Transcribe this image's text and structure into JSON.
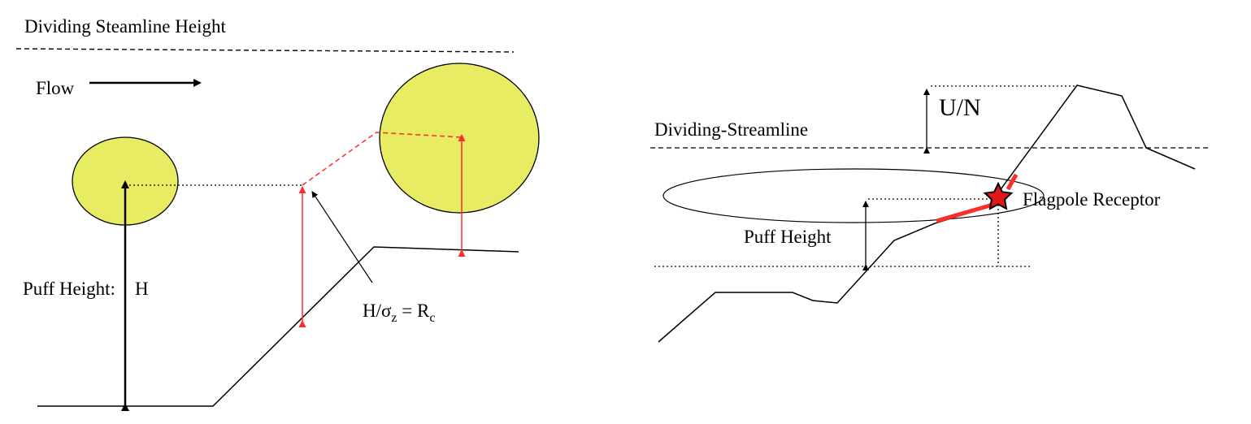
{
  "left_panel": {
    "dividing_streamline_label": "Dividing Steamline Height",
    "flow_label": "Flow",
    "puff_height_label": "Puff Height:",
    "puff_height_symbol": "H",
    "ratio_label": {
      "h": "H/",
      "sigma": "σ",
      "sigma_sub": "z",
      "eq": " = R",
      "r_sub": "c"
    }
  },
  "right_panel": {
    "un_label": "U/N",
    "dividing_streamline_label": "Dividing-Streamline",
    "puff_height_label": "Puff Height",
    "receptor_label": "Flagpole Receptor"
  },
  "colors": {
    "puff_fill": "#e8ec62",
    "highlight": "#ff2a2a",
    "receptor_star_fill": "#e01818",
    "line": "#000000"
  },
  "icons": {
    "receptor": "star-icon"
  }
}
